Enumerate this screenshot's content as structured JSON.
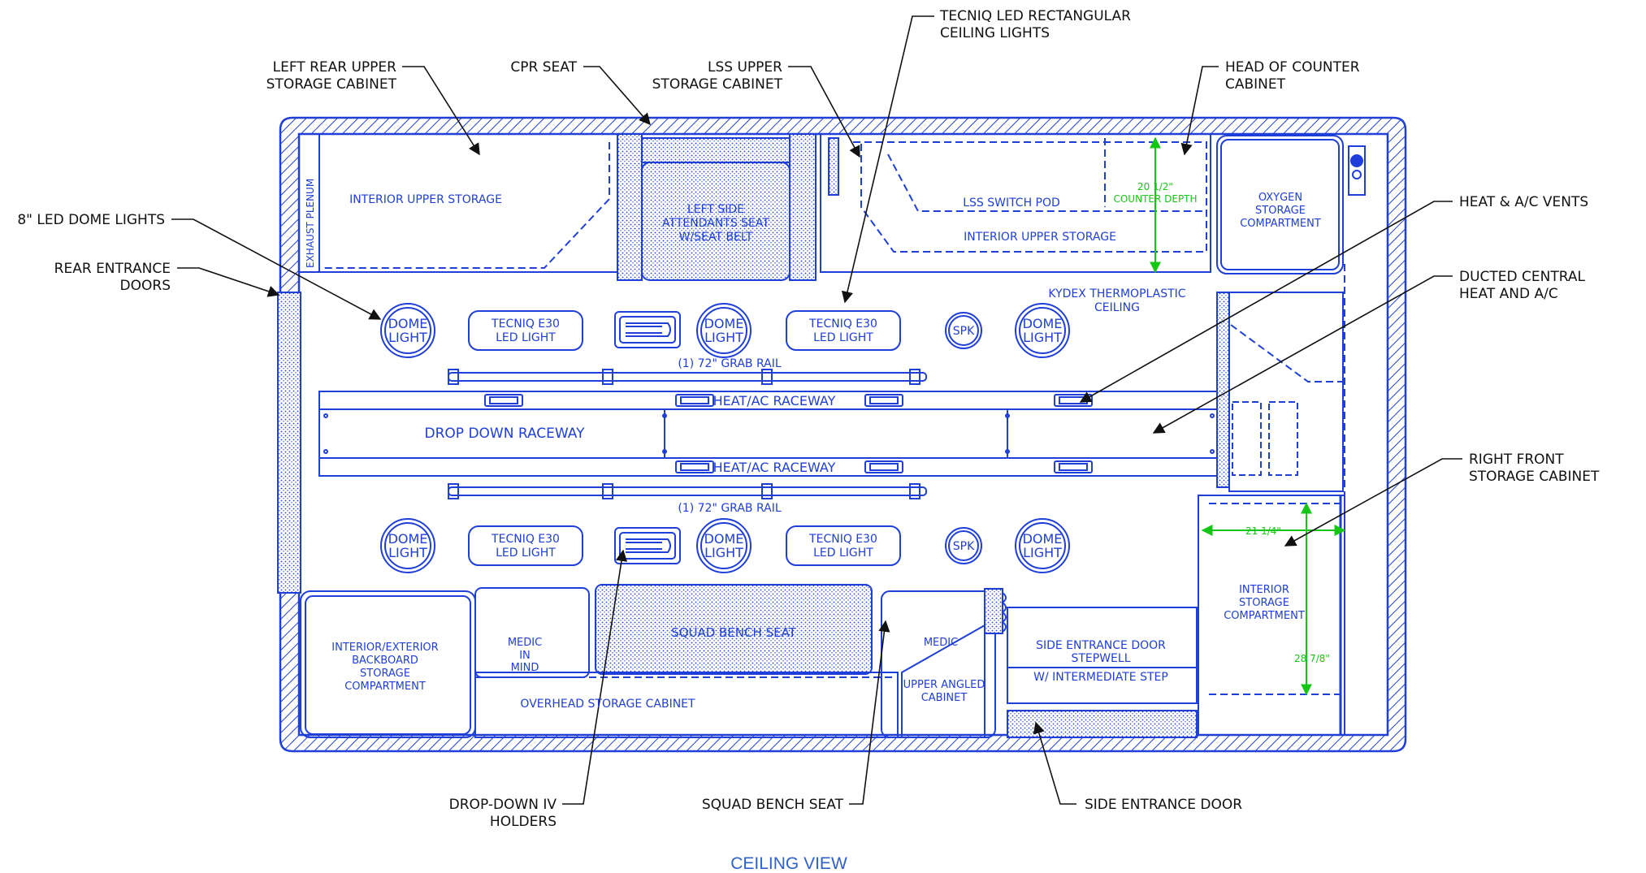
{
  "title": "CEILING VIEW",
  "colors": {
    "drawing": "#1f3fd8",
    "callout": "#111111",
    "dimension": "#16c616",
    "title": "#2f62c9"
  },
  "callouts": {
    "left_rear_upper": [
      "LEFT REAR UPPER",
      "STORAGE CABINET"
    ],
    "cpr_seat": [
      "CPR SEAT"
    ],
    "lss_upper": [
      "LSS UPPER",
      "STORAGE CABINET"
    ],
    "tecniq_rect": [
      "TECNIQ LED RECTANGULAR",
      "CEILING LIGHTS"
    ],
    "head_counter": [
      "HEAD OF COUNTER",
      "CABINET"
    ],
    "dome_lights": [
      "8\" LED DOME LIGHTS"
    ],
    "rear_entrance": [
      "REAR ENTRANCE",
      "DOORS"
    ],
    "heat_ac_vents": [
      "HEAT & A/C VENTS"
    ],
    "ducted_central": [
      "DUCTED CENTRAL",
      "HEAT AND A/C"
    ],
    "right_front": [
      "RIGHT FRONT",
      "STORAGE CABINET"
    ],
    "drop_down_iv": [
      "DROP-DOWN IV",
      "HOLDERS"
    ],
    "squad_bench": [
      "SQUAD BENCH SEAT"
    ],
    "side_entrance": [
      "SIDE ENTRANCE DOOR"
    ]
  },
  "labels": {
    "exhaust_plenum": "EXHAUST PLENUM",
    "interior_upper_storage": "INTERIOR UPPER STORAGE",
    "left_side_seat": [
      "LEFT SIDE",
      "ATTENDANTS SEAT",
      "W/SEAT BELT"
    ],
    "lss_switch_pod": "LSS SWITCH POD",
    "interior_upper_storage_2": "INTERIOR UPPER STORAGE",
    "counter_depth_dim": [
      "20 1/2\"",
      "COUNTER DEPTH"
    ],
    "oxygen": [
      "OXYGEN",
      "STORAGE",
      "COMPARTMENT"
    ],
    "kydex": [
      "KYDEX THERMOPLASTIC",
      "CEILING"
    ],
    "dome_light": [
      "DOME",
      "LIGHT"
    ],
    "tecniq_e30": [
      "TECNIQ E30",
      "LED LIGHT"
    ],
    "spk": "SPK",
    "grab_rail": "(1) 72\" GRAB RAIL",
    "heat_ac_raceway": "HEAT/AC RACEWAY",
    "drop_down_raceway": "DROP DOWN RACEWAY",
    "backboard": [
      "INTERIOR/EXTERIOR",
      "BACKBOARD",
      "STORAGE",
      "COMPARTMENT"
    ],
    "medic_in_mind": [
      "MEDIC",
      "IN",
      "MIND"
    ],
    "squad_bench_seat": "SQUAD BENCH SEAT",
    "medic": "MEDIC",
    "overhead_storage": "OVERHEAD STORAGE CABINET",
    "upper_angled": [
      "UPPER ANGLED",
      "CABINET"
    ],
    "side_door_stepwell": [
      "SIDE ENTRANCE DOOR",
      "STEPWELL"
    ],
    "intermediate_step": "W/ INTERMEDIATE STEP",
    "interior_storage_comp": [
      "INTERIOR",
      "STORAGE",
      "COMPARTMENT"
    ],
    "dim_21_quarter": "21 1/4\"",
    "dim_28_7_8": "28 7/8\""
  }
}
